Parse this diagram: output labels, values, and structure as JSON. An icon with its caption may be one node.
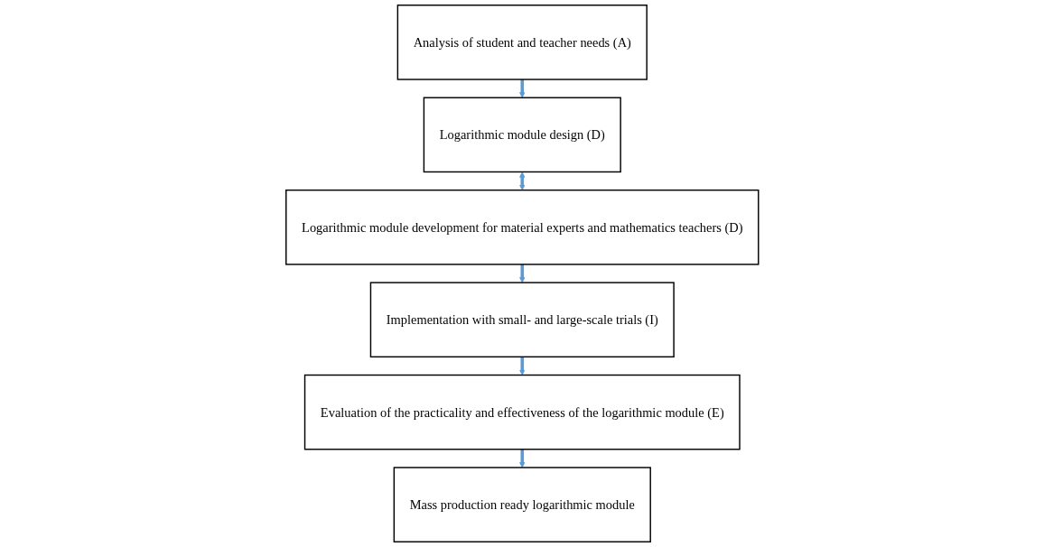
{
  "diagram": {
    "nodes": [
      {
        "text": [
          "Analysis of student and teacher needs (A)"
        ]
      },
      {
        "text": [
          "Logarithmic module design (D)"
        ]
      },
      {
        "text": [
          "Logarithmic module development for material experts and mathematics teachers (D)"
        ]
      },
      {
        "text": [
          "Implementation with small- and large-scale trials (I)"
        ]
      },
      {
        "text": [
          "Evaluation of the practicality and effectiveness of the logarithmic module (E)"
        ]
      },
      {
        "text": [
          "Mass production ready logarithmic module"
        ]
      }
    ],
    "edges": [
      {
        "from": 0,
        "to": 1,
        "arrow": "to"
      },
      {
        "from": 1,
        "to": 2,
        "arrow": "both"
      },
      {
        "from": 2,
        "to": 3,
        "arrow": "to"
      },
      {
        "from": 3,
        "to": 4,
        "arrow": "to"
      },
      {
        "from": 4,
        "to": 5,
        "arrow": "to"
      }
    ]
  }
}
